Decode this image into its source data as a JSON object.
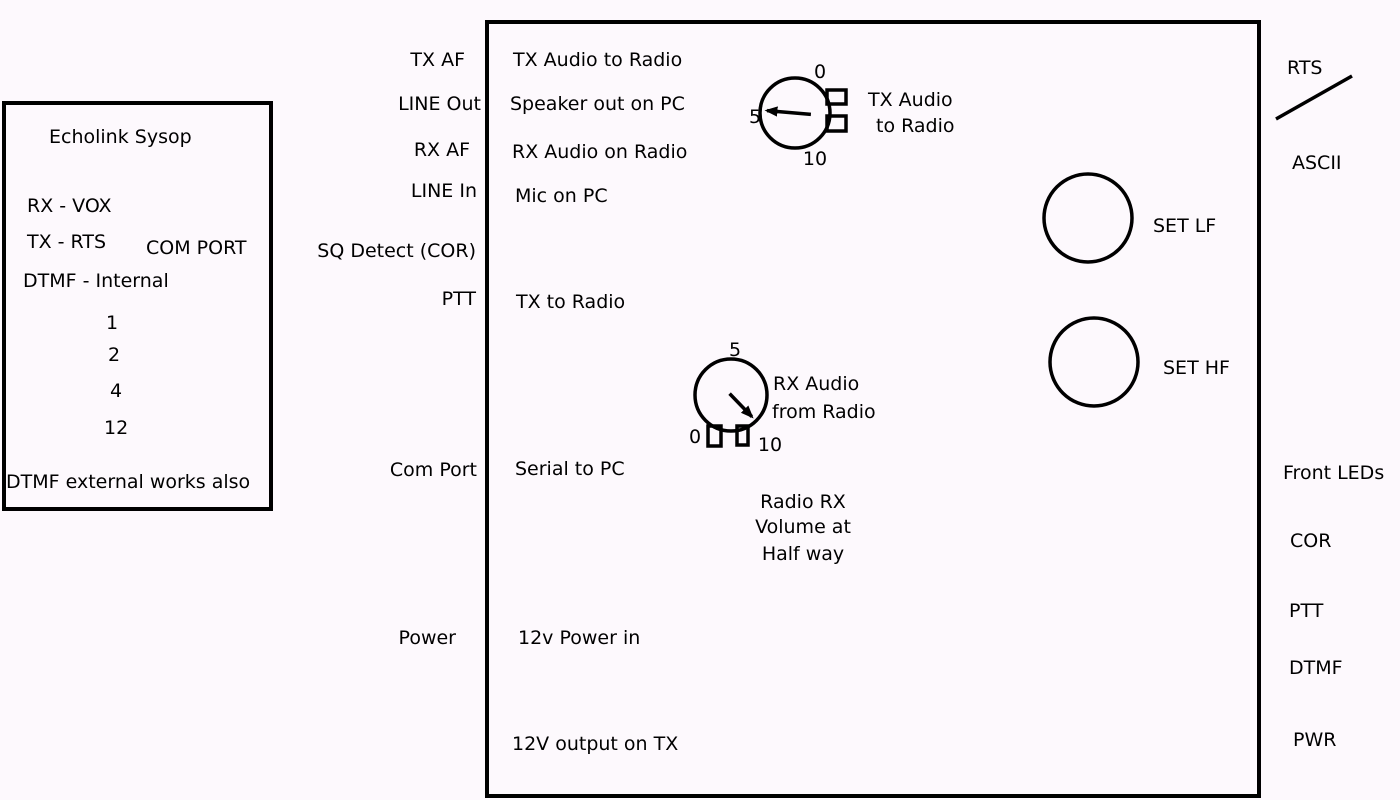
{
  "sysop_panel": {
    "title": "Echolink Sysop",
    "settings": [
      "RX - VOX",
      "TX - RTS",
      "DTMF - Internal"
    ],
    "com_port_label": "COM PORT",
    "com_port_numbers": [
      "1",
      "2",
      "4",
      "12"
    ],
    "footer": "DTMF external works also"
  },
  "rear_connectors": [
    {
      "label": "TX AF",
      "description": "TX Audio to Radio"
    },
    {
      "label": "LINE Out",
      "description": "Speaker out on PC"
    },
    {
      "label": "RX AF",
      "description": "RX Audio on Radio"
    },
    {
      "label": "LINE In",
      "description": "Mic on PC"
    },
    {
      "label": "SQ Detect (COR)"
    },
    {
      "label": "PTT",
      "description": "TX to Radio"
    },
    {
      "label": "Com Port",
      "description": "Serial to PC"
    },
    {
      "label": "Power",
      "description": "12v Power in"
    }
  ],
  "extra_output": "12V output on TX",
  "tx_pot": {
    "scale": [
      "0",
      "5",
      "10"
    ],
    "label": [
      "TX Audio",
      "to Radio"
    ],
    "pointer_value": 5
  },
  "rx_pot": {
    "scale": [
      "0",
      "5",
      "10"
    ],
    "label": [
      "RX Audio",
      "from Radio"
    ],
    "pointer_value": 10
  },
  "radio_note": [
    "Radio RX",
    "Volume at",
    "Half way"
  ],
  "adjust_knobs": [
    "SET LF",
    "SET HF"
  ],
  "right_side": {
    "rts_label": "RTS",
    "ascii_label": "ASCII",
    "leds_title": "Front LEDs",
    "leds": [
      "COR",
      "PTT",
      "DTMF",
      "PWR"
    ]
  }
}
